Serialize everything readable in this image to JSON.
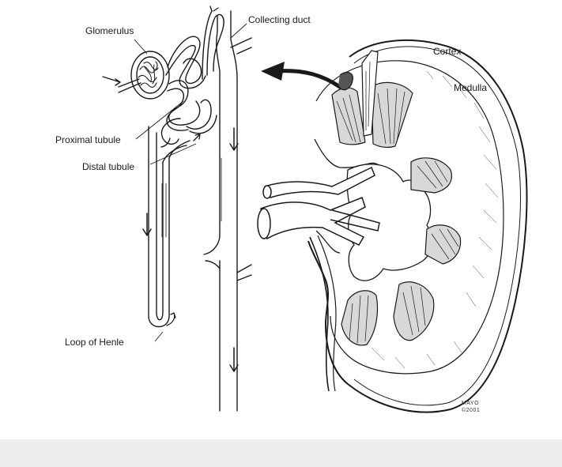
{
  "labels": {
    "glomerulus": "Glomerulus",
    "collecting_duct": "Collecting duct",
    "cortex": "Cortex",
    "medulla": "Medulla",
    "proximal_tubule": "Proximal tubule",
    "distal_tubule": "Distal tubule",
    "loop_of_henle": "Loop of Henle"
  },
  "credit": {
    "line1": "MAYO",
    "line2": "©2001"
  },
  "colors": {
    "ink": "#1a1a1a",
    "background": "#ffffff",
    "footer_band": "#ededed"
  }
}
